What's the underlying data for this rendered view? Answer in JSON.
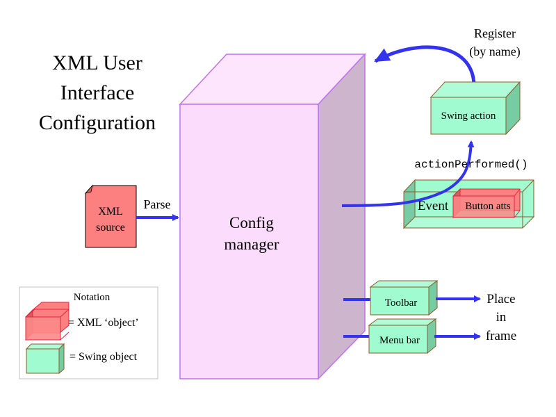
{
  "title": {
    "lines": [
      "XML User",
      "Interface",
      "Configuration"
    ]
  },
  "xml_source": {
    "lines": [
      "XML",
      "source"
    ]
  },
  "parse_label": "Parse",
  "config_manager": {
    "lines": [
      "Config",
      "manager"
    ]
  },
  "register_label": {
    "lines": [
      "Register",
      "(by name)"
    ]
  },
  "swing_action_label": "Swing action",
  "action_performed_label": "actionPerformed()",
  "event_label": "Event",
  "button_atts_label": "Button atts",
  "toolbar_label": "Toolbar",
  "menu_bar_label": "Menu bar",
  "place_in_frame": {
    "lines": [
      "Place",
      "in",
      "frame"
    ]
  },
  "legend": {
    "title": "Notation",
    "xml_object_label": "= XML ‘object’",
    "swing_object_label": "= Swing object"
  },
  "colors": {
    "config_front": "#fcdcfc",
    "config_top": "#fde6fd",
    "config_side": "#cdb5cd",
    "config_stroke": "#c070f0",
    "swing_front": "#a0fcd0",
    "swing_top": "#b0fcd8",
    "swing_side": "#78cca4",
    "swing_stroke": "#8c5a28",
    "xml_front": "#fc8080",
    "xml_side": "#d06060",
    "xml_stroke": "#e8203c",
    "arrow": "#3333ee",
    "legend_border": "#c0c0c0"
  }
}
